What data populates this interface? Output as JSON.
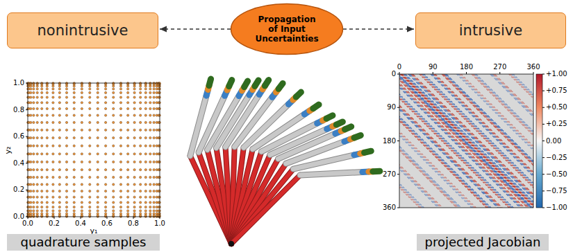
{
  "diagram": {
    "nodes": [
      {
        "text": [
          "nonintrusive"
        ]
      },
      {
        "text": [
          "Propagation of Input Uncertainties"
        ]
      },
      {
        "text": [
          "intrusive"
        ]
      },
      {
        "text": [
          "quadrature samples"
        ]
      },
      {
        "text": [
          "projected Jacobian"
        ]
      }
    ],
    "edges": [
      {
        "from": 1,
        "to": 0,
        "arrow": "to"
      },
      {
        "from": 1,
        "to": 2,
        "arrow": "to"
      }
    ],
    "labels": [
      "0.0",
      "0.2",
      "0.4",
      "0.6",
      "0.8",
      "1.0",
      "0.0",
      "0.2",
      "0.4",
      "0.6",
      "0.8",
      "1.0",
      "y₁",
      "y₂",
      "0",
      "90",
      "180",
      "270",
      "360",
      "0",
      "90",
      "180",
      "270",
      "360",
      "+1.00",
      "+0.75",
      "+0.50",
      "+0.25",
      "0.00",
      "−0.25",
      "−0.50",
      "−0.75",
      "−1.00"
    ]
  }
}
